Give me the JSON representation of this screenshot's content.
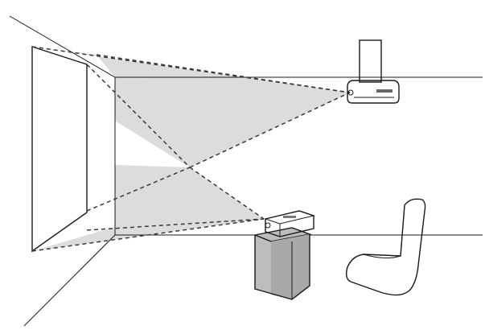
{
  "diagram": {
    "colors": {
      "background": "#ffffff",
      "screen": "#a3a3a3",
      "light_beam": "#dcdcdc",
      "projector_body": "#e6e6e6",
      "table": "#bdbdbd",
      "chair": "#cfcfcf",
      "line": "#1a1a1a"
    },
    "elements": [
      "projection-screen",
      "ceiling-projector",
      "table-projector",
      "table",
      "chair"
    ]
  }
}
